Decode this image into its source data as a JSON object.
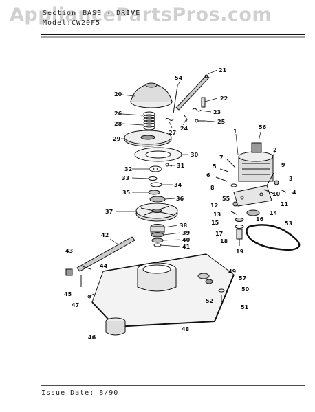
{
  "watermark": "AppliancePartsPros.com",
  "header": {
    "section_label": "Section",
    "section_value": "BASE - DRIVE",
    "model_label": "Model:",
    "model_value": "CW20F5"
  },
  "footer": {
    "issue_date": "Issue Date: 8/90"
  },
  "callouts": [
    "1",
    "2",
    "3",
    "4",
    "5",
    "6",
    "7",
    "8",
    "9",
    "10",
    "11",
    "12",
    "13",
    "14",
    "15",
    "16",
    "17",
    "18",
    "19",
    "20",
    "21",
    "22",
    "23",
    "24",
    "25",
    "26",
    "27",
    "28",
    "29",
    "30",
    "31",
    "32",
    "33",
    "34",
    "35",
    "36",
    "37",
    "38",
    "39",
    "40",
    "41",
    "42",
    "43",
    "44",
    "45",
    "46",
    "47",
    "48",
    "49",
    "50",
    "51",
    "52",
    "53",
    "54",
    "55",
    "56",
    "57"
  ]
}
